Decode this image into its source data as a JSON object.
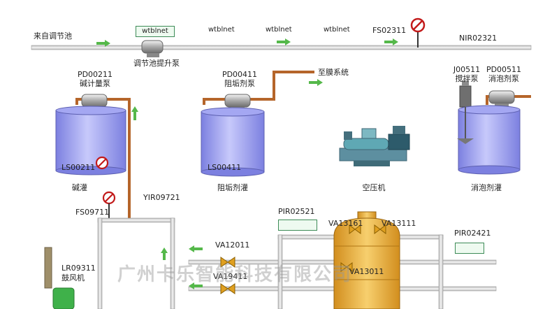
{
  "flows": {
    "inlet": "来自调节池",
    "to_membrane": "至膜系统"
  },
  "net_labels": [
    "wtblnet",
    "wtblnet",
    "wtblnet",
    "wtblnet"
  ],
  "tags": {
    "fs02311": "FS02311",
    "nir02321": "NIR02321",
    "fs09711": "FS09711",
    "yir09721": "YIR09721",
    "pir02521": "PIR02521",
    "pir02421": "PIR02421",
    "va12011": "VA12011",
    "va19411": "VA19411",
    "va13161": "VA13161",
    "va13111": "VA13111",
    "va13011": "VA13011",
    "lr09311": "LR09311"
  },
  "pumps": {
    "lift": "调节池提升泵",
    "alkali_code": "PD00211",
    "alkali_name": "碱计量泵",
    "scale_code": "PD00411",
    "scale_name": "阻垢剂泵",
    "mixer_code": "J00511",
    "mixer_name": "搅拌泵",
    "defoam_code": "PD00511",
    "defoam_name": "消泡剂泵",
    "blower": "鼓风机"
  },
  "tanks": {
    "alkali_level": "LS00211",
    "alkali_name": "碱灌",
    "scale_level": "LS00411",
    "scale_name": "阻垢剂灌",
    "defoam_name": "消泡剂灌"
  },
  "equipment": {
    "compressor": "空压机"
  },
  "watermark": "广州卡乐智能科技有限公司",
  "colors": {
    "pipe_main": "#c9c9c9",
    "pipe_dose": "#b5652a",
    "tank": "#8e92ec",
    "reactor": "#e3a63a",
    "alarm": "#c21a1a",
    "arrow": "#55b84a"
  }
}
